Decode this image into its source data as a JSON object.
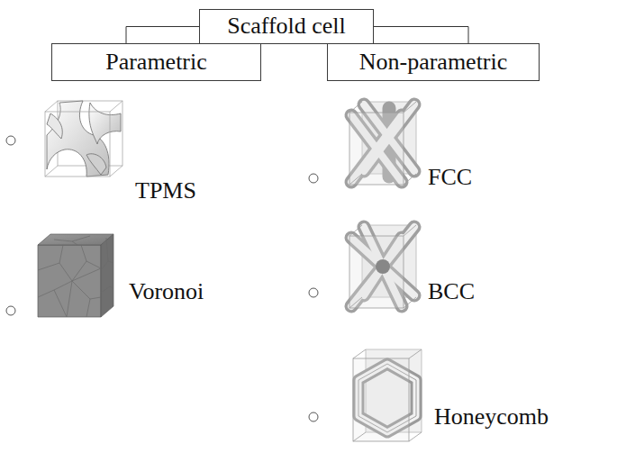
{
  "diagram": {
    "nodes": [
      {
        "text": [
          "Scaffold cell"
        ]
      },
      {
        "text": [
          "Parametric"
        ]
      },
      {
        "text": [
          "Non-parametric"
        ]
      }
    ],
    "edges": [
      {
        "from": 0,
        "to": 1,
        "arrow": "none"
      },
      {
        "from": 0,
        "to": 2,
        "arrow": "none"
      }
    ],
    "labels": [
      "TPMS",
      "Voronoi",
      "FCC",
      "BCC",
      "Honeycomb"
    ]
  }
}
